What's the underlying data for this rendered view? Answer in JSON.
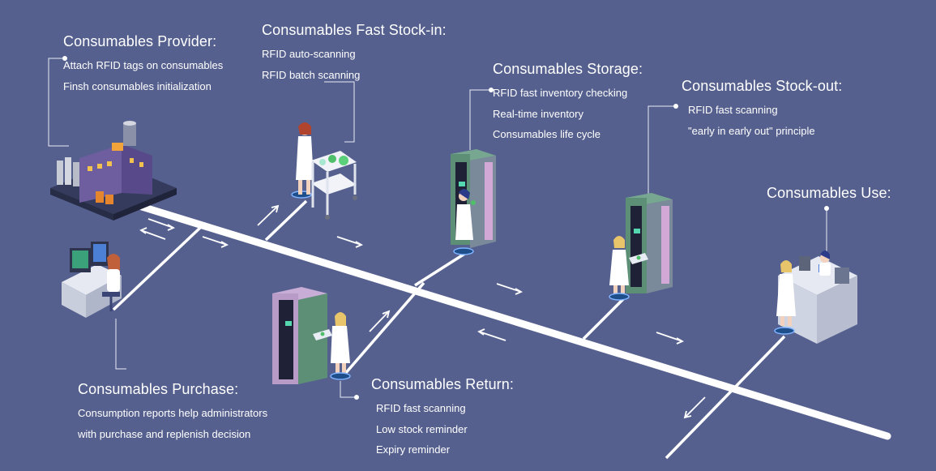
{
  "stages": {
    "provider": {
      "title": "Consumables Provider:",
      "items": [
        "Attach RFID tags on consumables",
        "Finsh consumables initialization"
      ]
    },
    "stock_in": {
      "title": "Consumables Fast Stock-in:",
      "items": [
        "RFID auto-scanning",
        "RFID batch scanning"
      ]
    },
    "storage": {
      "title": "Consumables Storage:",
      "items": [
        "RFID fast inventory checking",
        "Real-time inventory",
        "Consumables life cycle"
      ]
    },
    "stock_out": {
      "title": "Consumables Stock-out:",
      "items": [
        "RFID fast scanning",
        "\"early in early out\" principle"
      ]
    },
    "use": {
      "title": "Consumables Use:",
      "items": []
    },
    "purchase": {
      "title": "Consumables Purchase:",
      "items": [
        "Consumption reports help administrators",
        "with purchase and replenish decision"
      ]
    },
    "return": {
      "title": "Consumables Return:",
      "items": [
        "RFID fast scanning",
        "Low stock reminder",
        "Expiry reminder"
      ]
    }
  },
  "colors": {
    "background": "#55608e",
    "line": "#ffffff",
    "cabinet": "#4a7a6a",
    "cabinet_return": "#b99bc8"
  }
}
